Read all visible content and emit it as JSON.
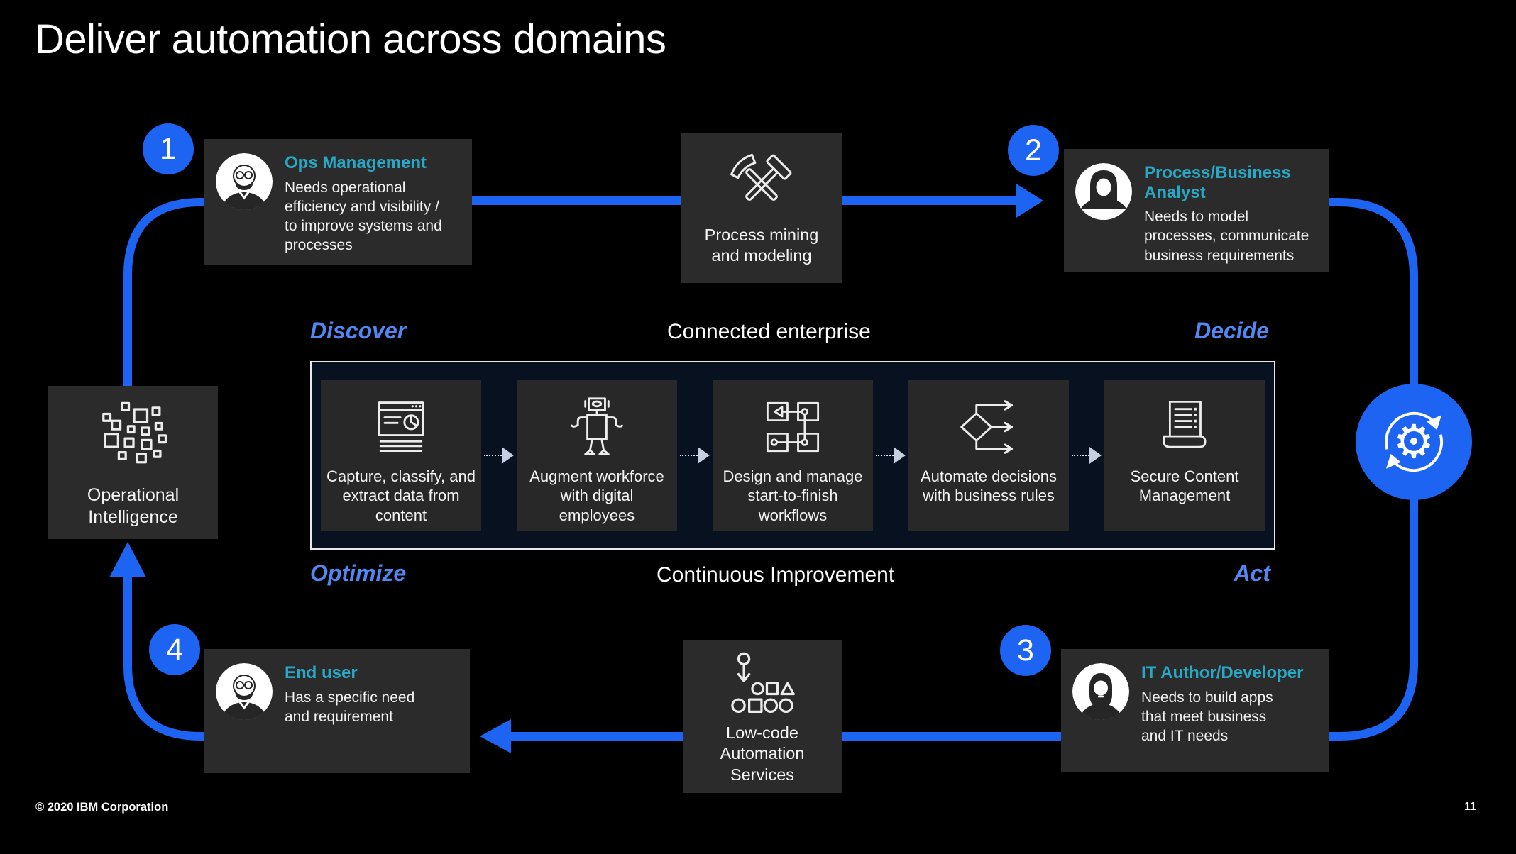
{
  "slide": {
    "title": "Deliver automation across domains",
    "footer": "© 2020 IBM Corporation",
    "page_number": "11"
  },
  "flow": {
    "steps": [
      {
        "number": "1",
        "role": "Ops Management",
        "need": "Needs operational efficiency and visibility / to improve systems and processes",
        "avatar": "bald-man-glasses-beard"
      },
      {
        "number": "2",
        "role": "Process/Business Analyst",
        "need": "Needs to model processes, communicate business requirements",
        "avatar": "woman-long-hair"
      },
      {
        "number": "3",
        "role": "IT Author/Developer",
        "need": "Needs to build apps that meet business and IT needs",
        "avatar": "man-hair-beard"
      },
      {
        "number": "4",
        "role": "End user",
        "need": "Has a specific need and requirement",
        "avatar": "bald-man-glasses-beard"
      }
    ],
    "labels": {
      "discover": "Discover",
      "top_center": "Connected enterprise",
      "decide": "Decide",
      "optimize": "Optimize",
      "bottom_center": "Continuous Improvement",
      "act": "Act"
    }
  },
  "capabilities": [
    {
      "label": "Capture, classify, and extract data from content",
      "icon": "browser-analytics-icon"
    },
    {
      "label": "Augment workforce with digital employees",
      "icon": "robot-icon"
    },
    {
      "label": "Design and manage start-to-finish workflows",
      "icon": "workflow-diagram-icon"
    },
    {
      "label": "Automate decisions with business rules",
      "icon": "decision-branch-icon"
    },
    {
      "label": "Secure Content Management",
      "icon": "scroll-document-icon"
    }
  ],
  "nodes": {
    "process_mining": "Process mining and modeling",
    "operational_intelligence": "Operational Intelligence",
    "low_code": "Low-code Automation Services"
  },
  "icons": {
    "process_mining": "crossed-hammers-icon",
    "operational_intelligence": "scattered-squares-icon",
    "low_code": "shapes-assembly-icon",
    "cycle": "gear-sync-icon",
    "step_arrow": "dotted-arrow-icon"
  },
  "colors": {
    "accent_blue": "#1d64f2",
    "stage_label_blue": "#5287f2",
    "persona_teal": "#29a8c6",
    "card_bg": "#2b2b2b",
    "container_bg": "#081120"
  }
}
